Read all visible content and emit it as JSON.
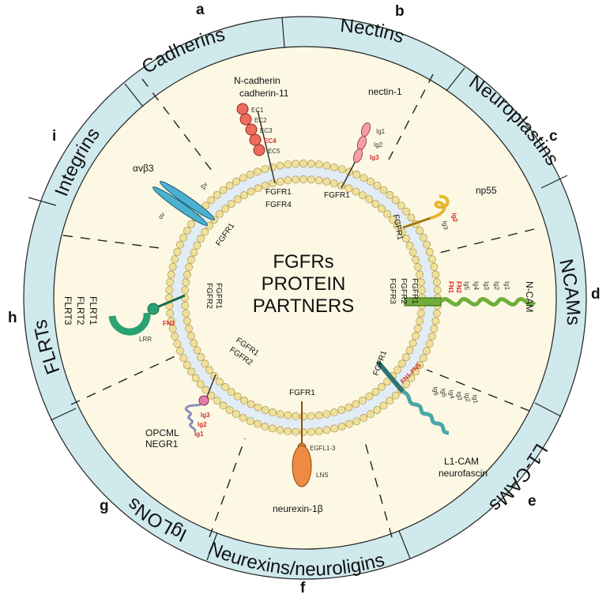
{
  "title": {
    "line1": "FGFRs",
    "line2": "PROTEIN",
    "line3": "PARTNERS"
  },
  "colors": {
    "outer_ring": "#cfe9ed",
    "inner_disc": "#fcf8e3",
    "membrane_head": "#f1e09a",
    "cadherin": "#ef6b5e",
    "nectin": "#f2a0a5",
    "neuroplastin": "#e7b52a",
    "ncam": "#6fae3a",
    "l1cam": "#4aa7a8",
    "neurexin": "#ef8a45",
    "iglon": "#8a8fbd",
    "flrt": "#2aa274",
    "integrin": "#4bb1d0",
    "red_label": "#d42a2a"
  },
  "sections": [
    {
      "letter": "a",
      "name": "Cadherins",
      "proteins": [
        "N-cadherin",
        "cadherin-11"
      ],
      "receptors": [
        "FGFR1",
        "FGFR4"
      ],
      "domains": [
        "EC1",
        "EC2",
        "EC3",
        "EC4",
        "EC5"
      ],
      "highlight": [
        "EC4"
      ]
    },
    {
      "letter": "b",
      "name": "Nectins",
      "proteins": [
        "nectin-1"
      ],
      "receptors": [
        "FGFR1"
      ],
      "domains": [
        "Ig1",
        "Ig2",
        "Ig3"
      ],
      "highlight": [
        "Ig3"
      ]
    },
    {
      "letter": "c",
      "name": "Neuroplastins",
      "proteins": [
        "np55"
      ],
      "receptors": [
        "FGFR1"
      ],
      "domains": [
        "Ig2",
        "Ig3"
      ],
      "highlight": [
        "Ig2"
      ]
    },
    {
      "letter": "d",
      "name": "NCAMs",
      "proteins": [
        "N-CAM"
      ],
      "receptors": [
        "FGFR1",
        "FGFR2",
        "FGFR3"
      ],
      "domains": [
        "FN1",
        "FN2",
        "Ig5",
        "Ig4",
        "Ig3",
        "Ig2",
        "Ig1"
      ],
      "highlight": [
        "FN1",
        "FN2"
      ]
    },
    {
      "letter": "e",
      "name": "L1-CAMs",
      "proteins": [
        "L1-CAM",
        "neurofascin"
      ],
      "receptors": [
        "FGFR1"
      ],
      "domains": [
        "FN1-FN5",
        "Ig6",
        "Ig5",
        "Ig4",
        "Ig3",
        "Ig2",
        "Ig1"
      ],
      "highlight": [
        "FN1-FN5"
      ]
    },
    {
      "letter": "f",
      "name": "Neurexins/neuroligins",
      "proteins": [
        "neurexin-1β"
      ],
      "receptors": [
        "FGFR1"
      ],
      "domains": [
        "EGFL1-3",
        "LNS"
      ],
      "highlight": []
    },
    {
      "letter": "g",
      "name": "IgLONs",
      "proteins": [
        "OPCML",
        "NEGR1"
      ],
      "receptors": [
        "FGFR1",
        "FGFR2"
      ],
      "domains": [
        "Ig3",
        "Ig2",
        "Ig1"
      ],
      "highlight": [
        "Ig3",
        "Ig2",
        "Ig1"
      ]
    },
    {
      "letter": "h",
      "name": "FLRTs",
      "proteins": [
        "FLRT1",
        "FLRT2",
        "FLRT3"
      ],
      "receptors": [
        "FGFR1",
        "FGFR2"
      ],
      "domains": [
        "FN3",
        "LRR"
      ],
      "highlight": [
        "FN3"
      ]
    },
    {
      "letter": "i",
      "name": "Integrins",
      "proteins": [
        "αvβ3"
      ],
      "receptors": [
        "FGFR1"
      ],
      "domains": [
        "αv",
        "βv"
      ],
      "highlight": []
    }
  ]
}
